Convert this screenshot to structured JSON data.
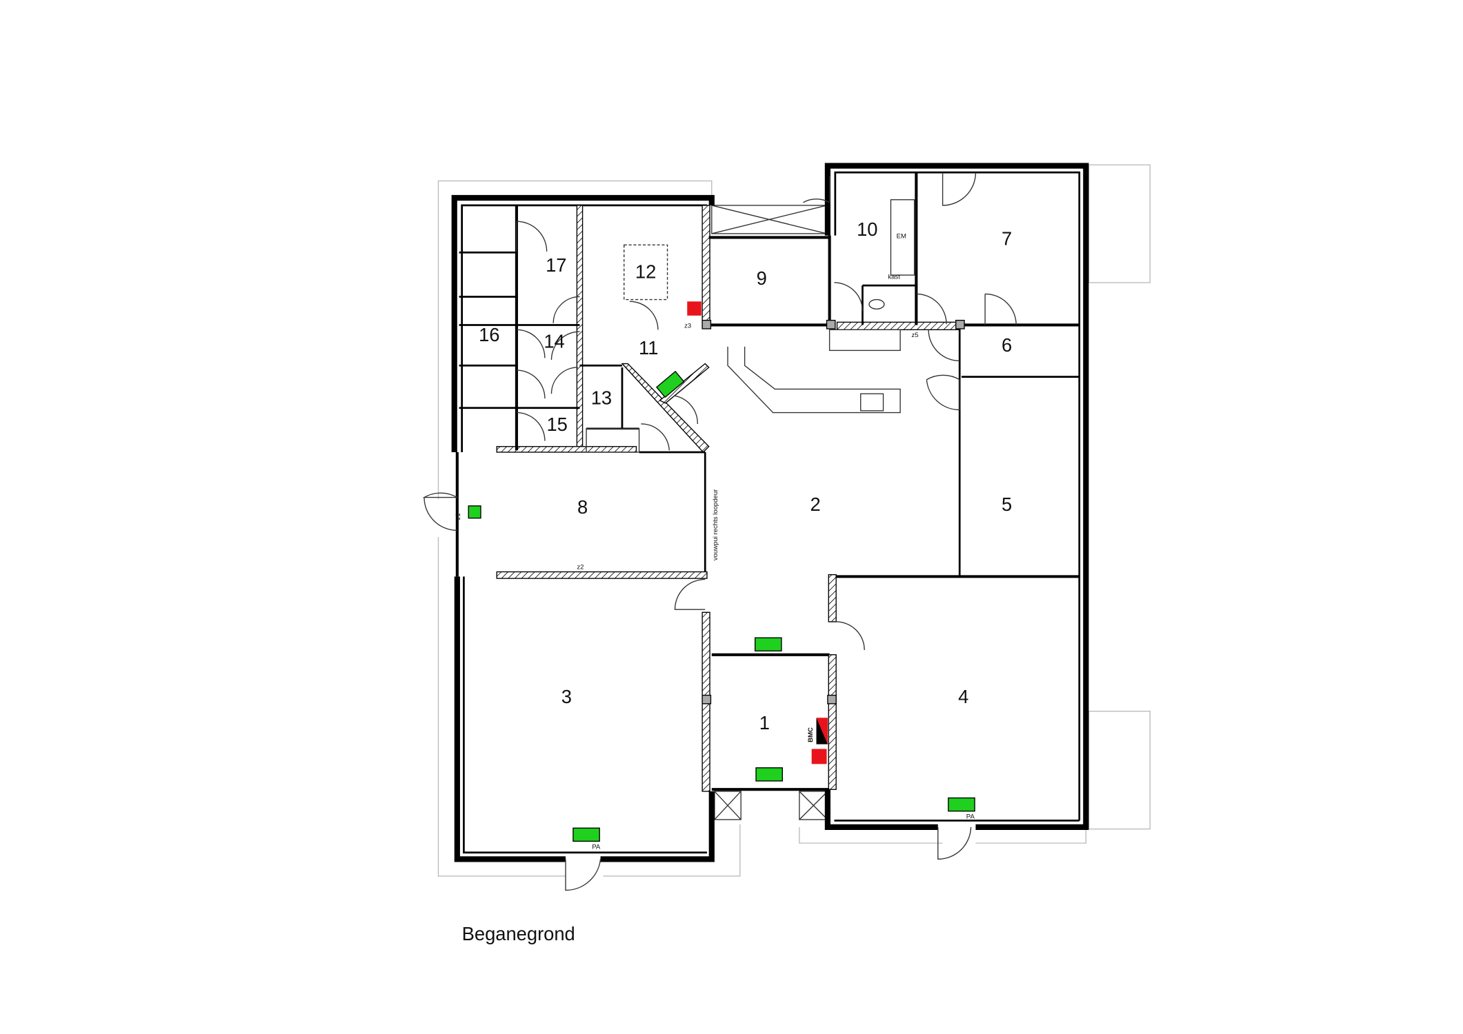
{
  "plan": {
    "title": "Beganegrond",
    "rooms": [
      "1",
      "2",
      "3",
      "4",
      "5",
      "6",
      "7",
      "8",
      "9",
      "10",
      "11",
      "12",
      "13",
      "14",
      "15",
      "16",
      "17"
    ],
    "annotations": {
      "em": "EM",
      "kast": "kast",
      "z1": "z1",
      "z2": "z2",
      "z3": "z3",
      "z5": "z5",
      "pa_left": "PA",
      "pa_right": "PA",
      "bmc": "BMC",
      "folding_door": "vouwpui rechts loopdeur"
    },
    "colors": {
      "exit_sign": "#1fd01f",
      "fire_equipment": "#e8141c",
      "wall": "#000000"
    }
  }
}
